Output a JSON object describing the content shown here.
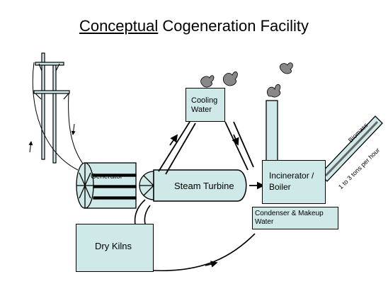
{
  "title": {
    "underlined": "Conceptual",
    "rest": " Cogeneration Facility"
  },
  "components": {
    "cooling_water": "Cooling Water",
    "generator": "Generator",
    "steam_turbine": "Steam Turbine",
    "incinerator": "Incinerator / Boiler",
    "condenser": "Condenser & Makeup Water",
    "dry_kilns": "Dry Kilns",
    "conveyor_top": "Biomass",
    "conveyor_bottom": "1 to 3 tons per hour"
  },
  "colors": {
    "fill": "#cfe8e8",
    "stroke": "#000000"
  }
}
